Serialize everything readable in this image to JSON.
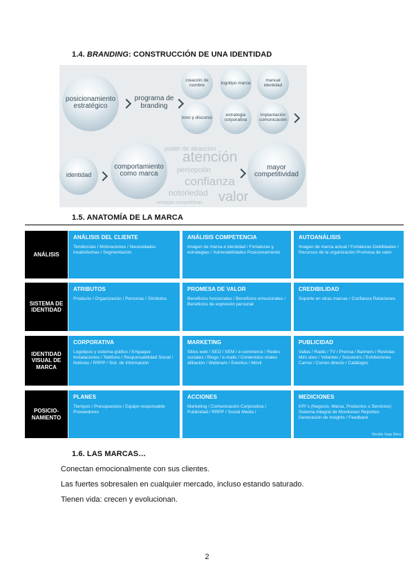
{
  "sec14": {
    "num": "1.4. ",
    "italic": "BRANDING",
    "rest": ": CONSTRUCCIÓN DE UNA IDENTIDAD"
  },
  "branding": {
    "posicionamiento": "posicionamiento estratégico",
    "programa": "programa de branding",
    "creacion": "creación de nombre",
    "logotipo": "logotipo marca",
    "manual": "manual identidad",
    "tono": "tono y discurso",
    "estrategia": "estrategia corporativa",
    "implantacion": "implantación comunicación",
    "identidad": "identidad",
    "comportamiento": "comportamiento como marca",
    "mayor": "mayor competitividad",
    "w_poder": "poder de atracción",
    "w_atencion": "atención",
    "w_percepcion": "percepción",
    "w_confianza": "confianza",
    "w_notoriedad": "notoriedad",
    "w_valor": "valor",
    "w_ventajas": "ventajas competitivas"
  },
  "sec15": "1.5. ANATOMÍA DE LA MARCA",
  "anatomy": {
    "rows": [
      {
        "label": "ANÁLISIS",
        "cells": [
          {
            "title": "ANÁLISIS DEL CLIENTE",
            "body": "Tendencias / Motivaciones / Necesidades insatisfechas / Segmentación"
          },
          {
            "title": "ANÁLISIS COMPETENCIA",
            "body": "Imagen de marca e identidad / Fortalezas y estrategias / Vulnerabilidades Posicionamiento"
          },
          {
            "title": "AUTOANÁLISIS",
            "body": "Imagen de marca actual / Fortalezas Debilidades / Recursos de la organización Promesa de valor"
          }
        ]
      },
      {
        "label": "SISTEMA DE IDENTIDAD",
        "cells": [
          {
            "title": "ATRIBUTOS",
            "body": "Producto / Organización / Personas / Símbolos"
          },
          {
            "title": "PROMESA DE VALOR",
            "body": "Beneficios funcionales / Beneficios emocionales / Beneficios de expresión personal"
          },
          {
            "title": "CREDIBILIDAD",
            "body": "Soporte en otras marcas / Confianza Relaciones"
          }
        ]
      },
      {
        "label": "IDENTIDAD VISUAL DE MARCA",
        "cells": [
          {
            "title": "CORPORATIVA",
            "body": "Logotipos y sistema gráfico / Empaque Instalaciones / Teléfono / Responsabilidad Social / Noticias / RRPP / Sist. de Información"
          },
          {
            "title": "MARKETING",
            "body": "Sitios web / SEO / SEM / e-commerce / Redes sociales / Blogs / e-mails / Contenidos virales afiliación / Webinars / Eventos / Móvil"
          },
          {
            "title": "PUBLICIDAD",
            "body": "Vallas / Radio / TV / Prensa / Banners / Revistas Mini sites / Volantes / Souvenirs / Exhibiciones Carros / Correo directo / Catálogos"
          }
        ]
      },
      {
        "label": "POSICIO- NAMIENTO",
        "cells": [
          {
            "title": "PLANES",
            "body": "Tiempos / Presupuestos / Equipo responsable Proveedores"
          },
          {
            "title": "ACCIONES",
            "body": "Marketing / Comunicación Corporativa / Publicidad / RRPP / Social Media /"
          },
          {
            "title": "MEDICIONES",
            "body": "KPI´s (Negocio, Marca, Productos o Servicios) Sistema Integral de Monitoreo/ Reportes Generación de Insights / Feedback"
          }
        ]
      }
    ],
    "credit": "Nicolás Vega Mora"
  },
  "sec16": "1.6. LAS MARCAS…",
  "lines": [
    "Conectan emocionalmente con sus clientes.",
    "Las fuertes sobresalen en cualquier mercado, incluso estando saturado.",
    "Tienen vida: crecen y evolucionan."
  ],
  "page_number": "2"
}
